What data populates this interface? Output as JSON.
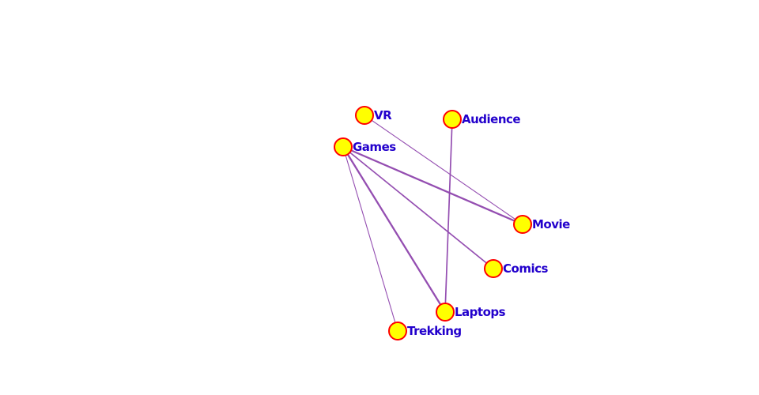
{
  "graph": {
    "node_fill": "#ffff00",
    "node_stroke": "#ff0000",
    "edge_color": "#8e44ad",
    "label_color": "#2200cc",
    "nodes": [
      {
        "id": "vr",
        "label": "VR"
      },
      {
        "id": "audience",
        "label": "Audience"
      },
      {
        "id": "games",
        "label": "Games"
      },
      {
        "id": "movie",
        "label": "Movie"
      },
      {
        "id": "comics",
        "label": "Comics"
      },
      {
        "id": "laptops",
        "label": "Laptops"
      },
      {
        "id": "trekking",
        "label": "Trekking"
      }
    ],
    "edges": [
      {
        "source": "vr",
        "target": "movie",
        "weight": 1
      },
      {
        "source": "games",
        "target": "movie",
        "weight": 3
      },
      {
        "source": "games",
        "target": "comics",
        "weight": 2
      },
      {
        "source": "games",
        "target": "laptops",
        "weight": 3
      },
      {
        "source": "games",
        "target": "trekking",
        "weight": 1
      },
      {
        "source": "audience",
        "target": "laptops",
        "weight": 2
      }
    ]
  }
}
